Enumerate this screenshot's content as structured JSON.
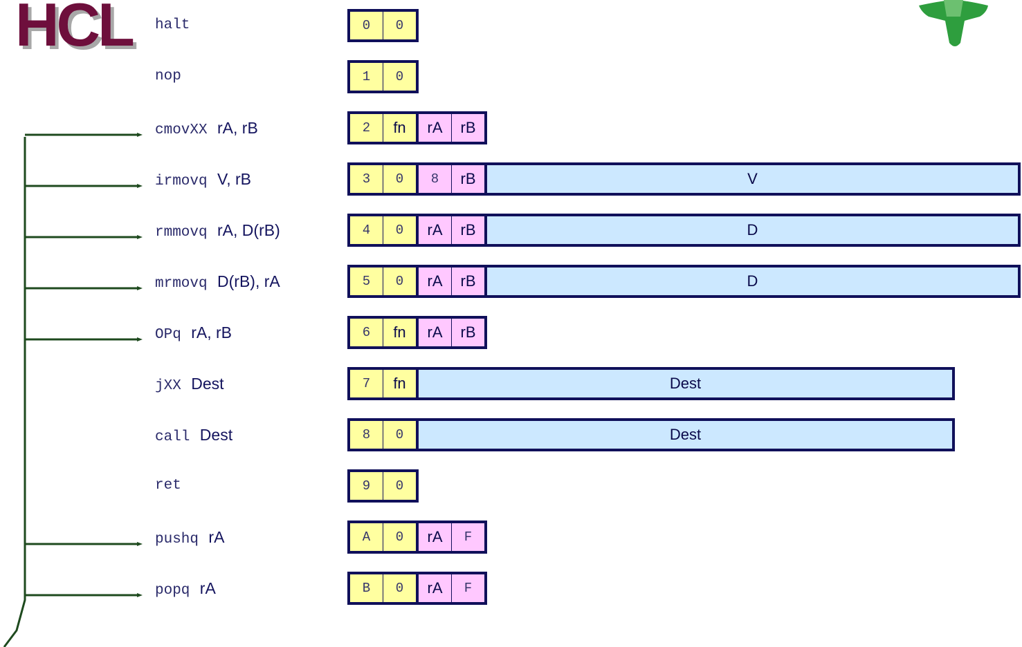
{
  "title": "HCL",
  "colors": {
    "title": "#6e0f3c",
    "yellow": "#ffffa0",
    "pink": "#ffc8ff",
    "blue": "#cce8ff",
    "border": "#10105a",
    "bus": "#1e4a1e",
    "logo": "#2e9e3e"
  },
  "instructions": [
    {
      "op": "halt",
      "args": "",
      "bytes": [
        {
          "t": "0",
          "c": "yellow"
        },
        {
          "t": "0",
          "c": "yellow"
        }
      ]
    },
    {
      "op": "nop",
      "args": "",
      "bytes": [
        {
          "t": "1",
          "c": "yellow"
        },
        {
          "t": "0",
          "c": "yellow"
        }
      ]
    },
    {
      "op": "cmovXX",
      "args": "rA, rB",
      "bytes": [
        {
          "t": "2",
          "c": "yellow"
        },
        {
          "t": "fn",
          "c": "yellow"
        },
        {
          "t": "rA",
          "c": "pink"
        },
        {
          "t": "rB",
          "c": "pink"
        }
      ]
    },
    {
      "op": "irmovq",
      "args": "V, rB",
      "bytes": [
        {
          "t": "3",
          "c": "yellow"
        },
        {
          "t": "0",
          "c": "yellow"
        },
        {
          "t": "8",
          "c": "pink"
        },
        {
          "t": "rB",
          "c": "pink"
        },
        {
          "t": "V",
          "c": "blue"
        }
      ]
    },
    {
      "op": "rmmovq",
      "args": "rA, D(rB)",
      "bytes": [
        {
          "t": "4",
          "c": "yellow"
        },
        {
          "t": "0",
          "c": "yellow"
        },
        {
          "t": "rA",
          "c": "pink"
        },
        {
          "t": "rB",
          "c": "pink"
        },
        {
          "t": "D",
          "c": "blue"
        }
      ]
    },
    {
      "op": "mrmovq",
      "args": "D(rB), rA",
      "bytes": [
        {
          "t": "5",
          "c": "yellow"
        },
        {
          "t": "0",
          "c": "yellow"
        },
        {
          "t": "rA",
          "c": "pink"
        },
        {
          "t": "rB",
          "c": "pink"
        },
        {
          "t": "D",
          "c": "blue"
        }
      ]
    },
    {
      "op": "OPq",
      "args": "rA, rB",
      "bytes": [
        {
          "t": "6",
          "c": "yellow"
        },
        {
          "t": "fn",
          "c": "yellow"
        },
        {
          "t": "rA",
          "c": "pink"
        },
        {
          "t": "rB",
          "c": "pink"
        }
      ]
    },
    {
      "op": "jXX",
      "args": "Dest",
      "bytes": [
        {
          "t": "7",
          "c": "yellow"
        },
        {
          "t": "fn",
          "c": "yellow"
        },
        {
          "t": "Dest",
          "c": "blue"
        }
      ]
    },
    {
      "op": "call",
      "args": "Dest",
      "bytes": [
        {
          "t": "8",
          "c": "yellow"
        },
        {
          "t": "0",
          "c": "yellow"
        },
        {
          "t": "Dest",
          "c": "blue"
        }
      ]
    },
    {
      "op": "ret",
      "args": "",
      "bytes": [
        {
          "t": "9",
          "c": "yellow"
        },
        {
          "t": "0",
          "c": "yellow"
        }
      ]
    },
    {
      "op": "pushq",
      "args": "rA",
      "bytes": [
        {
          "t": "A",
          "c": "yellow"
        },
        {
          "t": "0",
          "c": "yellow"
        },
        {
          "t": "rA",
          "c": "pink"
        },
        {
          "t": "F",
          "c": "pink"
        }
      ]
    },
    {
      "op": "popq",
      "args": "rA",
      "bytes": [
        {
          "t": "B",
          "c": "yellow"
        },
        {
          "t": "0",
          "c": "yellow"
        },
        {
          "t": "rA",
          "c": "pink"
        },
        {
          "t": "F",
          "c": "pink"
        }
      ]
    }
  ],
  "bus_arrow_targets": [
    "cmovXX",
    "irmovq",
    "rmmovq",
    "mrmovq",
    "OPq",
    "pushq",
    "popq"
  ]
}
